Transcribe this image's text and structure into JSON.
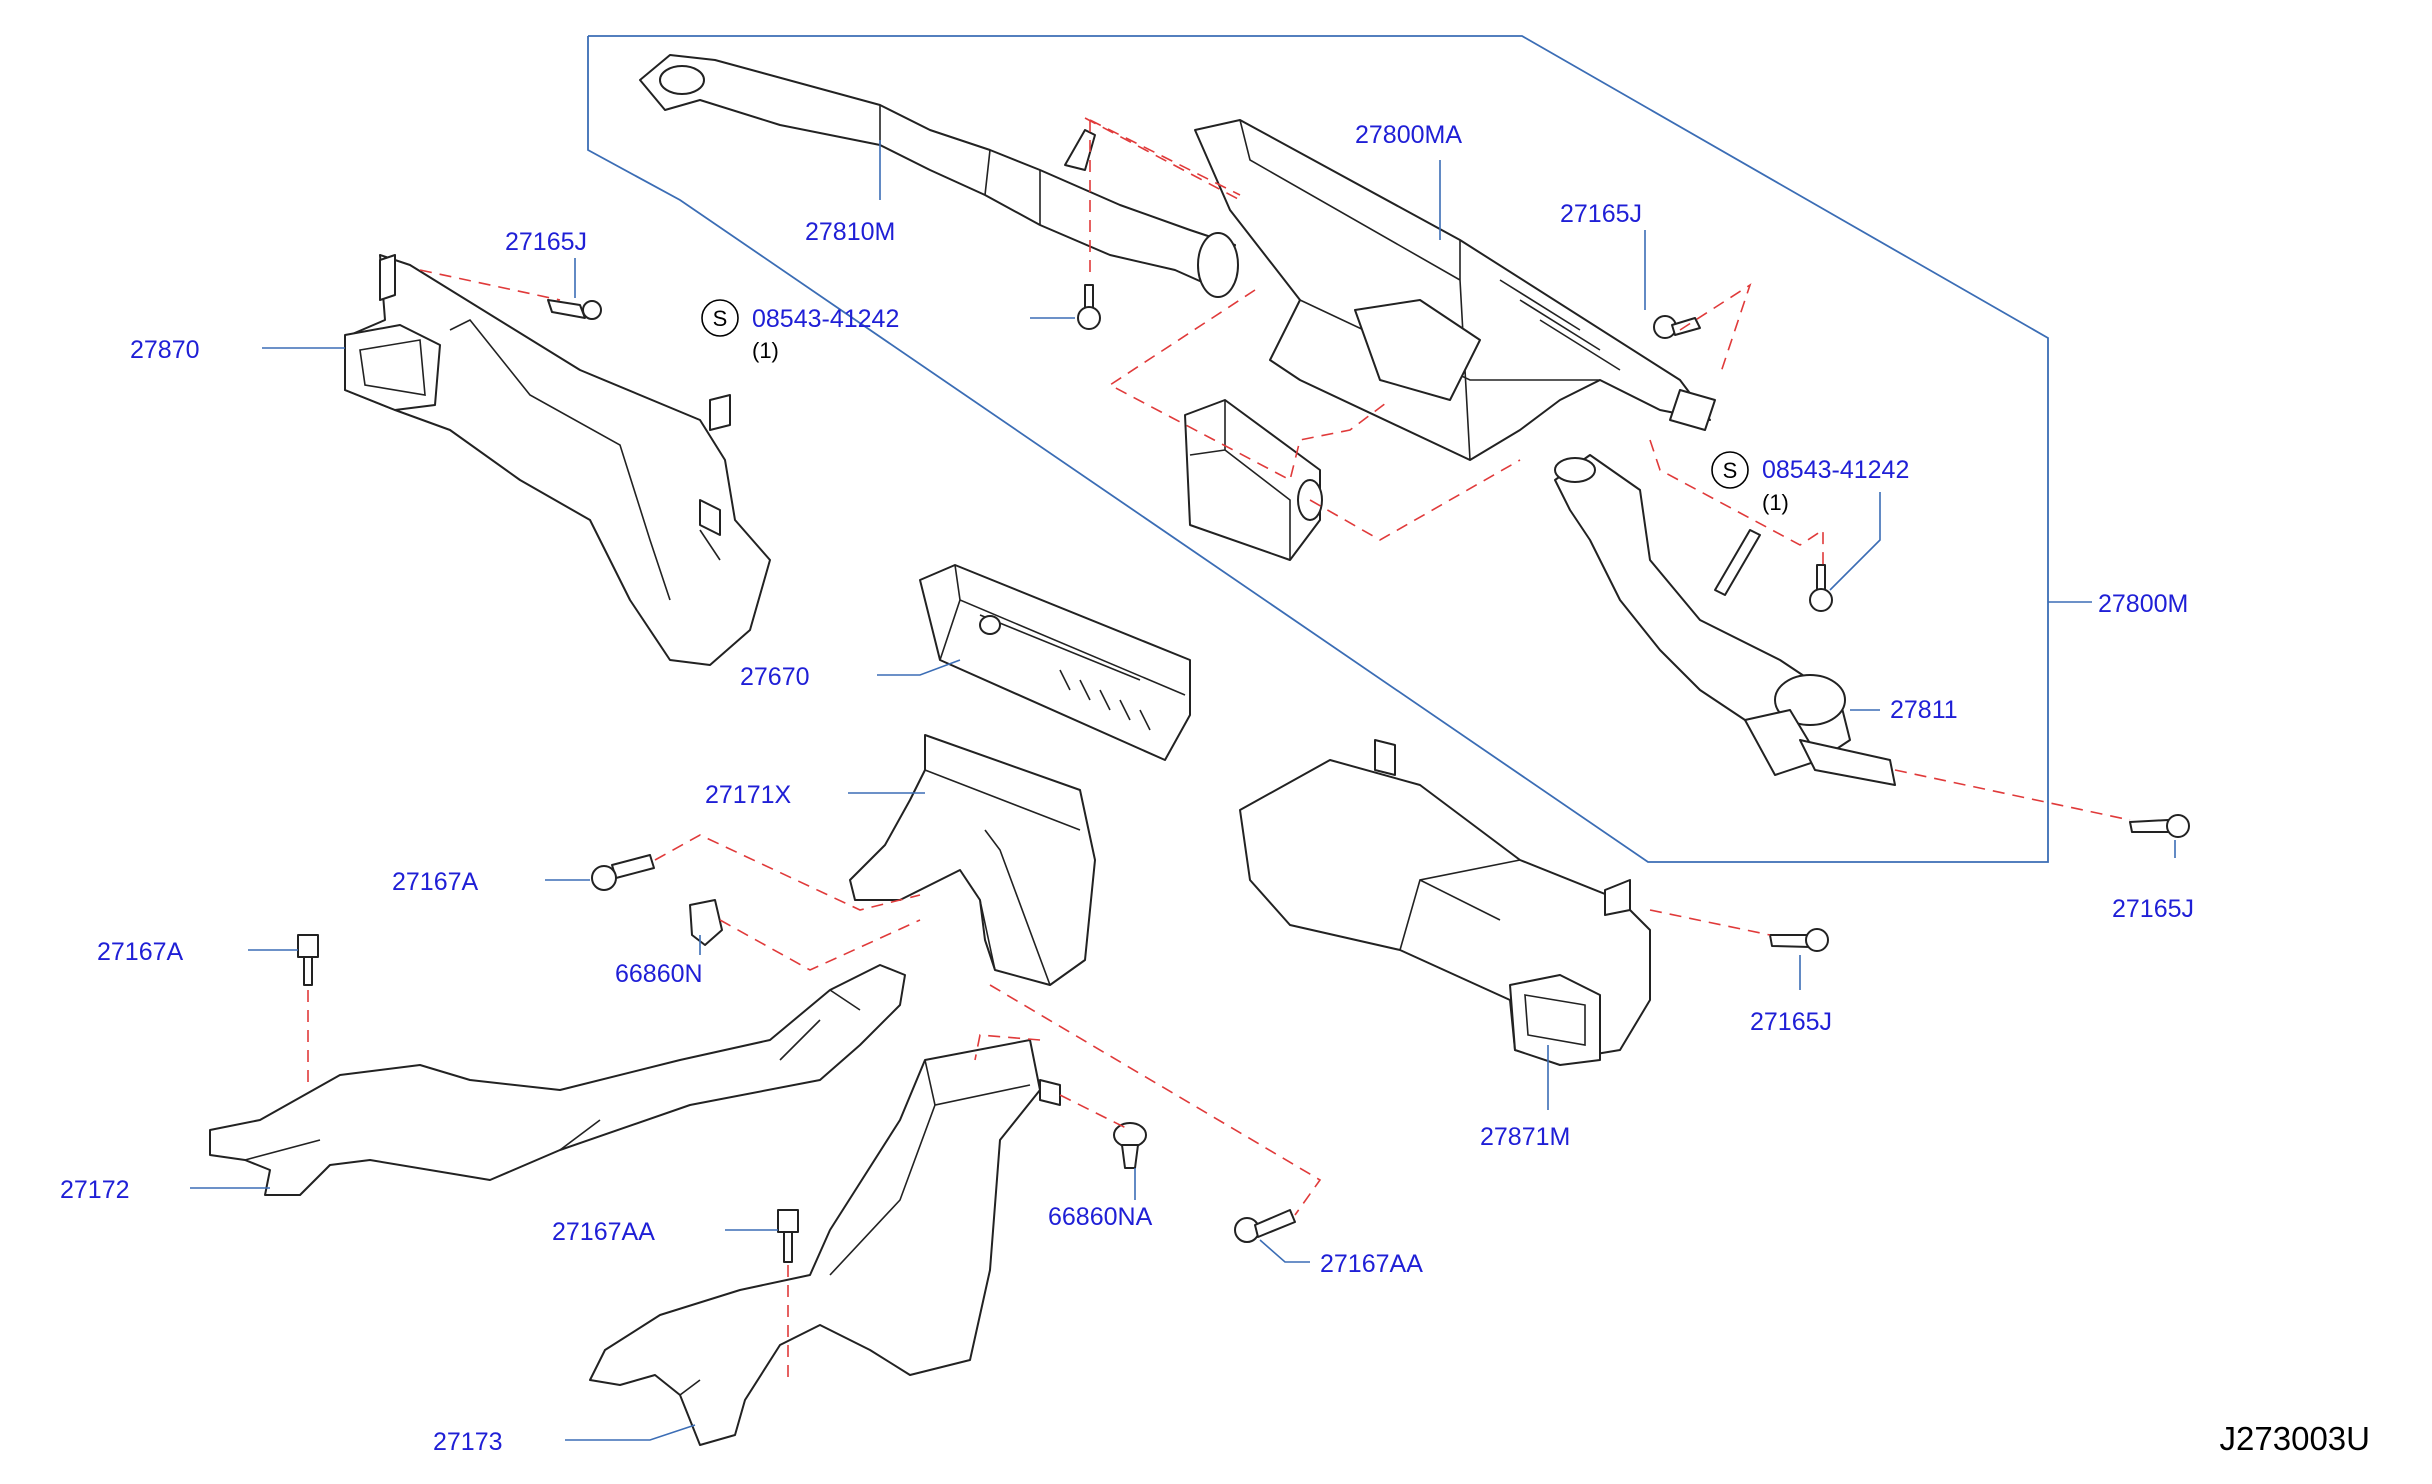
{
  "diagram_id": "J273003U",
  "colors": {
    "label": "#1f1fd6",
    "leader": "#3b6db5",
    "dashed_guide": "#e03a3a",
    "outline": "#222222"
  },
  "assembly_label": "27800M",
  "parts": {
    "p27810M": "27810M",
    "p27800MA": "27800MA",
    "p27165J_top_left": "27165J",
    "p27165J_top_right": "27165J",
    "p27870": "27870",
    "s_top_left": {
      "symbol": "S",
      "number": "08543-41242",
      "qty": "(1)"
    },
    "s_right": {
      "symbol": "S",
      "number": "08543-41242",
      "qty": "(1)"
    },
    "p27670": "27670",
    "p27811": "27811",
    "p27171X": "27171X",
    "p27167A_1": "27167A",
    "p27167A_2": "27167A",
    "p66860N": "66860N",
    "p27165J_right_1": "27165J",
    "p27165J_right_2": "27165J",
    "p27871M": "27871M",
    "p27172": "27172",
    "p27167AA_1": "27167AA",
    "p66860NA": "66860NA",
    "p27167AA_2": "27167AA",
    "p27173": "27173"
  }
}
